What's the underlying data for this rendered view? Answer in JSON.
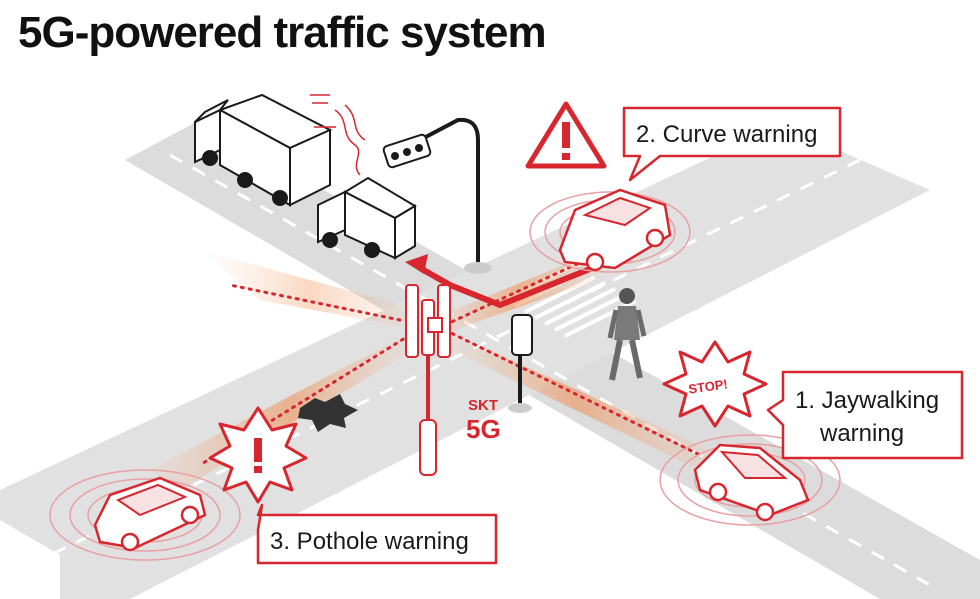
{
  "title": "5G-powered traffic system",
  "colors": {
    "accent": "#d7262e",
    "road": "#dcdcdc",
    "road_dark": "#c8c8c8",
    "lane_mark": "#ffffff",
    "signal_glow": "#f08a4b",
    "ink": "#1a1a1a"
  },
  "tower": {
    "brand": "SKT",
    "network": "5G"
  },
  "warnings": {
    "curve": {
      "label": "2. Curve warning",
      "icon": "warning-triangle-icon"
    },
    "jaywalking": {
      "line1": "1. Jaywalking",
      "line2": "warning",
      "sign": "STOP!",
      "icon": "stop-burst-icon"
    },
    "pothole": {
      "label": "3. Pothole warning",
      "icon": "warning-burst-icon"
    }
  }
}
